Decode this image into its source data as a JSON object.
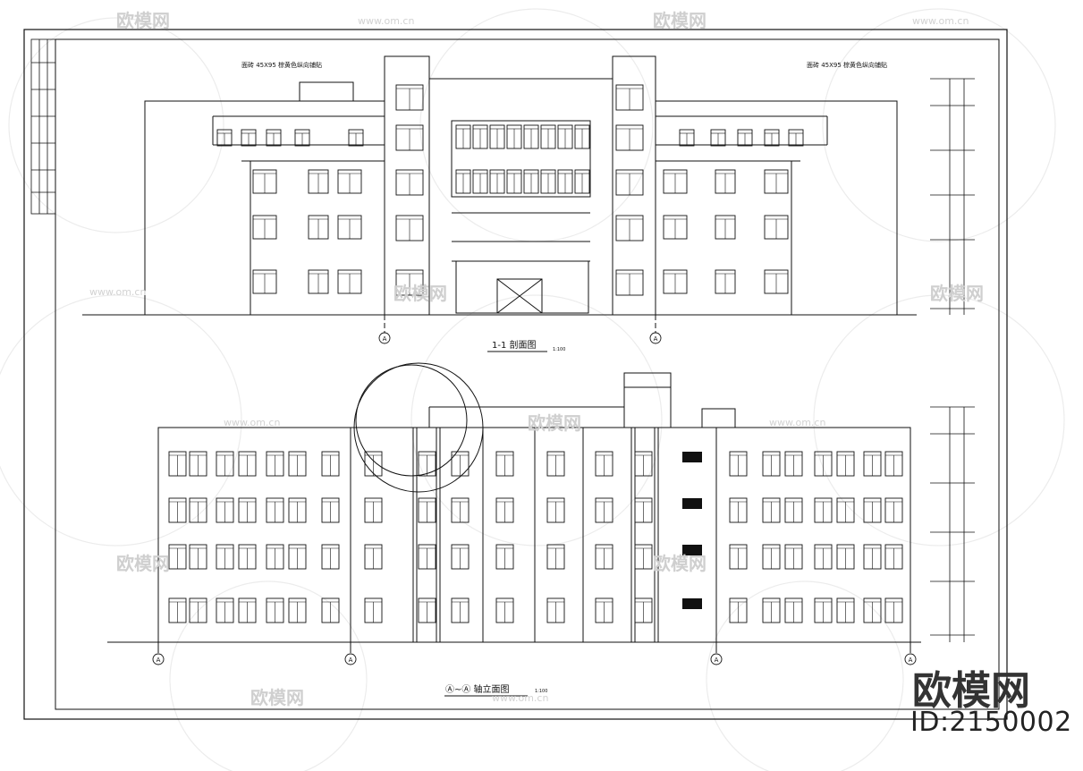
{
  "upper_view": {
    "title": "1-1 剖面图",
    "scale": "1:100",
    "left_note": "面砖 45X95 棕黄色纵向铺贴",
    "right_note": "面砖 45X95 棕黄色纵向铺贴",
    "axis_labels": [
      "A",
      "A"
    ]
  },
  "lower_view": {
    "title": "Ⓐ~Ⓐ 轴立面图",
    "scale": "1:100",
    "axis_labels": [
      "A",
      "A",
      "A",
      "A"
    ]
  },
  "watermarks": {
    "brand": "欧模网",
    "site": "www.om.cn",
    "id": "ID:2150002"
  },
  "colors": {
    "line": "#111111",
    "watermark": "#cfcfcf"
  }
}
